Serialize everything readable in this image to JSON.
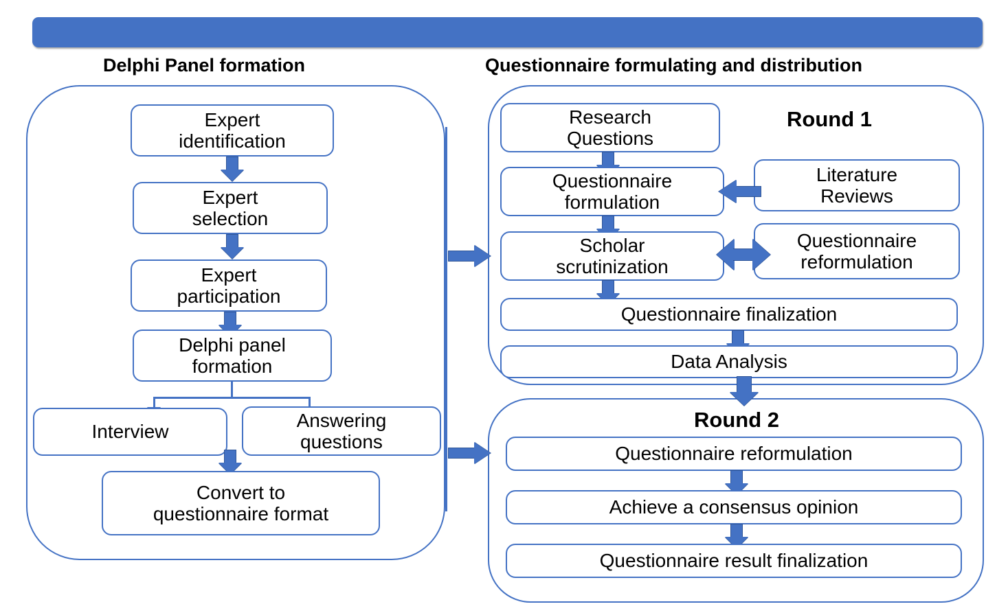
{
  "header": {
    "bar_color": "#4472C4",
    "accent_color": "#4472C4",
    "border_color": "#4472C4"
  },
  "columns": {
    "left_title": "Delphi Panel formation",
    "right_title": "Questionnaire formulating and distribution"
  },
  "delphi_panel": {
    "steps": [
      {
        "id": "expert-identification",
        "label": "Expert\nidentification"
      },
      {
        "id": "expert-selection",
        "label": "Expert\nselection"
      },
      {
        "id": "expert-participation",
        "label": "Expert\nparticipation"
      },
      {
        "id": "delphi-panel-formation",
        "label": "Delphi panel\nformation"
      }
    ],
    "branches": [
      {
        "id": "interview",
        "label": "Interview"
      },
      {
        "id": "answering-questions",
        "label": "Answering\nquestions"
      }
    ],
    "merge": {
      "id": "convert-to-questionnaire-format",
      "label": "Convert to\nquestionnaire format"
    }
  },
  "round1": {
    "title": "Round 1",
    "main_steps": [
      {
        "id": "research-questions",
        "label": "Research\nQuestions"
      },
      {
        "id": "questionnaire-formulation",
        "label": "Questionnaire\nformulation"
      },
      {
        "id": "scholar-scrutinization",
        "label": "Scholar\nscrutinization"
      },
      {
        "id": "questionnaire-finalization",
        "label": "Questionnaire finalization"
      },
      {
        "id": "data-analysis",
        "label": "Data Analysis"
      }
    ],
    "side_inputs": [
      {
        "id": "literature-reviews",
        "label": "Literature\nReviews"
      },
      {
        "id": "questionnaire-reformulation",
        "label": "Questionnaire\nreformulation"
      }
    ]
  },
  "round2": {
    "title": "Round 2",
    "steps": [
      {
        "id": "questionnaire-reformulation-r2",
        "label": "Questionnaire reformulation"
      },
      {
        "id": "achieve-consensus-opinion",
        "label": "Achieve a consensus opinion"
      },
      {
        "id": "questionnaire-result-finalization",
        "label": "Questionnaire result finalization"
      }
    ]
  }
}
